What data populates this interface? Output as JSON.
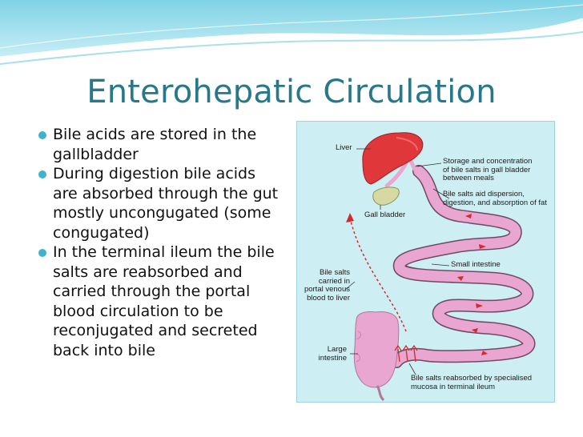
{
  "slide": {
    "title": "Enterohepatic Circulation",
    "bullets": [
      "Bile acids are stored in the gallbladder",
      "During digestion bile acids are absorbed through the gut mostly uncongugated (some congugated)",
      "In the terminal ileum the bile salts are reabsorbed and carried through the portal blood circulation to be reconjugated and secreted back into bile"
    ]
  },
  "diagram": {
    "labels": {
      "liver": "Liver",
      "storage": "Storage and concentration\nof bile salts in gall bladder\nbetween meals",
      "dispersion": "Bile salts aid dispersion,\ndigestion, and absorption of fat",
      "gall_bladder": "Gall bladder",
      "small_intestine": "Small intestine",
      "portal": "Bile salts\ncarried in\nportal venous\nblood to liver",
      "large_intestine": "Large\nintestine",
      "reabsorbed": "Bile salts reabsorbed by specialised\nmucosa in terminal ileum"
    },
    "colors": {
      "background": "#cdeff4",
      "liver": "#e0383a",
      "intestine": "#e8a6d0",
      "gall_bladder": "#d7d9a2",
      "arrows": "#d42a2a"
    }
  },
  "theme": {
    "title_color": "#27788a",
    "bullet_color": "#3fb3cc"
  }
}
